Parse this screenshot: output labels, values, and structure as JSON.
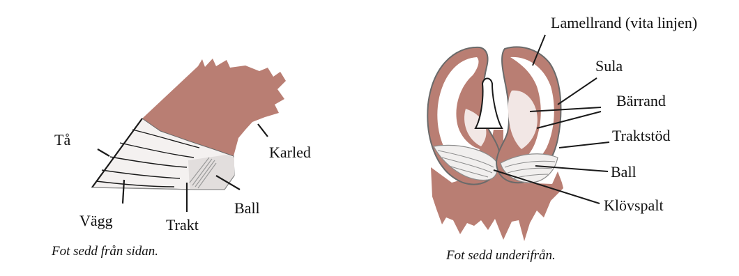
{
  "colors": {
    "hair": "#b97e73",
    "hoof": "#f4f1f0",
    "heel": "#e2dedd",
    "outline": "#1a1a1a",
    "rim": "#6a6a6a",
    "sole": "#f2e7e5"
  },
  "side_view": {
    "labels": {
      "toe": "Tå",
      "wall": "Vägg",
      "heel_part": "Trakt",
      "bulb": "Ball",
      "coronet": "Karled"
    },
    "caption": "Fot sedd från sidan."
  },
  "bottom_view": {
    "labels": {
      "white_line": "Lamellrand (vita linjen)",
      "sole": "Sula",
      "bearing_edge": "Bärrand",
      "heel_support": "Traktstöd",
      "bulb": "Ball",
      "cleft": "Klövspalt"
    },
    "caption": "Fot sedd underifrån."
  }
}
